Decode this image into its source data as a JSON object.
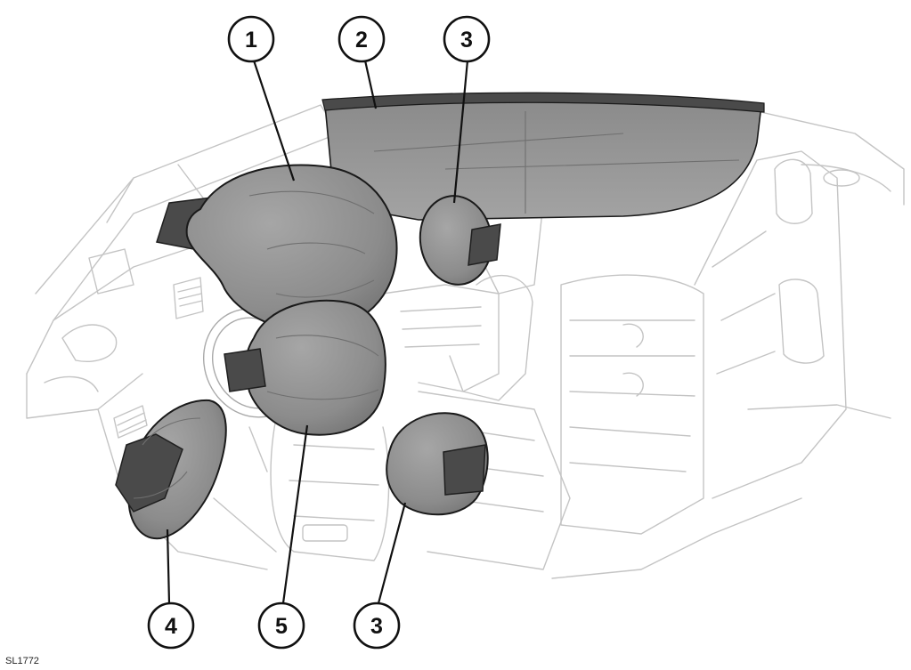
{
  "figure": {
    "reference_code": "SL1772"
  },
  "callouts": [
    {
      "id": "callout-1-driver-front",
      "label": "1"
    },
    {
      "id": "callout-2-curtain",
      "label": "2"
    },
    {
      "id": "callout-3-rear-side",
      "label": "3"
    },
    {
      "id": "callout-4-knee",
      "label": "4"
    },
    {
      "id": "callout-5-passenger-front",
      "label": "5"
    },
    {
      "id": "callout-3-front-side",
      "label": "3"
    }
  ],
  "colors": {
    "airbag_fill": "#8c8c8c",
    "module_fill": "#4a4a4a",
    "line_art": "#c4c4c4",
    "callout_stroke": "#111111"
  }
}
